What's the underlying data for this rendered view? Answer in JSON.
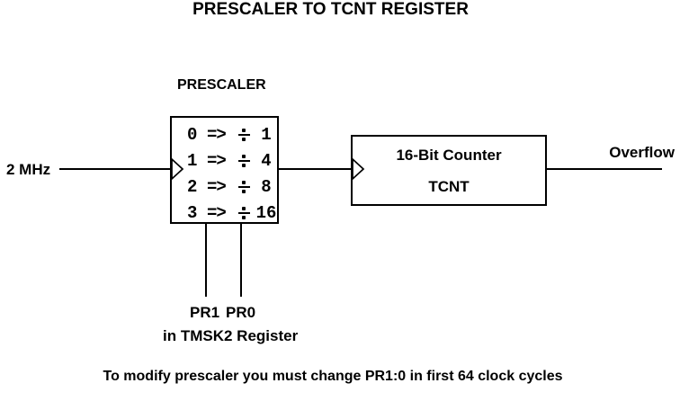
{
  "diagram": {
    "title": "PRESCALER TO TCNT REGISTER",
    "input": {
      "label": "2 MHz"
    },
    "prescaler": {
      "label": "PRESCALER",
      "rows": [
        {
          "select": "0",
          "arrow": "=>",
          "divisor": "1"
        },
        {
          "select": "1",
          "arrow": "=>",
          "divisor": "4"
        },
        {
          "select": "2",
          "arrow": "=>",
          "divisor": "8"
        },
        {
          "select": "3",
          "arrow": "=>",
          "divisor": "16"
        }
      ]
    },
    "counter": {
      "title": "16-Bit Counter",
      "name": "TCNT"
    },
    "output": {
      "label": "Overflow"
    },
    "control_bits": {
      "bit1": "PR1",
      "bit0": "PR0",
      "location": "in TMSK2 Register"
    },
    "footnote": "To modify prescaler you must change PR1:0 in first 64 clock cycles"
  },
  "icons": {
    "divide": "÷",
    "clock_input": "open right-pointing triangle"
  },
  "colors": {
    "background": "#ffffff",
    "foreground": "#000000"
  }
}
